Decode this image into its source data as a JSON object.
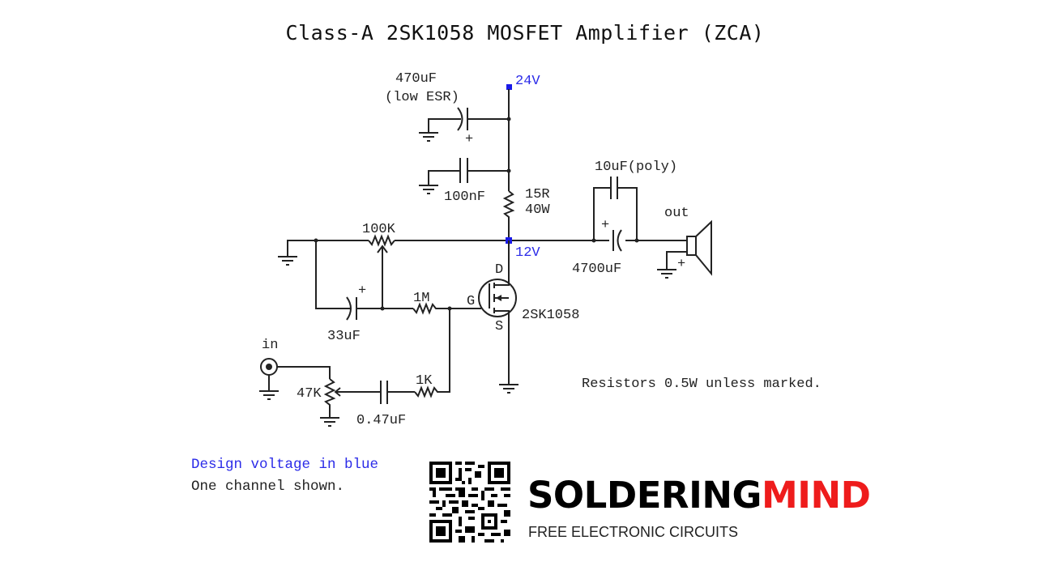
{
  "title": "Class-A 2SK1058 MOSFET Amplifier (ZCA)",
  "schematic": {
    "supply_voltage": "24V",
    "mid_voltage": "12V",
    "components": {
      "c_bulk": {
        "value": "470uF",
        "note": "(low ESR)",
        "polarity": "+"
      },
      "c_bypass": {
        "value": "100nF"
      },
      "r_load": {
        "value": "15R",
        "power": "40W"
      },
      "c_out_poly": {
        "value": "10uF(poly)"
      },
      "c_out_elec": {
        "value": "4700uF",
        "polarity": "+"
      },
      "speaker": {
        "label": "out",
        "polarity": "+"
      },
      "pot_bias": {
        "value": "100K"
      },
      "c_bootstrap": {
        "value": "33uF",
        "polarity": "+"
      },
      "r_gate": {
        "value": "1M"
      },
      "mosfet": {
        "part": "2SK1058",
        "pins": {
          "drain": "D",
          "gate": "G",
          "source": "S"
        }
      },
      "input_jack": {
        "label": "in"
      },
      "pot_volume": {
        "value": "47K"
      },
      "c_input": {
        "value": "0.47uF"
      },
      "r_input": {
        "value": "1K"
      }
    },
    "colors": {
      "wire": "#222222",
      "design_voltage": "#2b2be8"
    }
  },
  "notes": {
    "resistors": "Resistors 0.5W unless marked.",
    "design_voltage": "Design voltage in blue",
    "channel": "One channel shown."
  },
  "branding": {
    "name_part1": "SOLDERING",
    "name_part2": "MIND",
    "tagline": "FREE ELECTRONIC CIRCUITS",
    "colors": {
      "primary": "#000000",
      "accent": "#ee1c1c"
    }
  }
}
